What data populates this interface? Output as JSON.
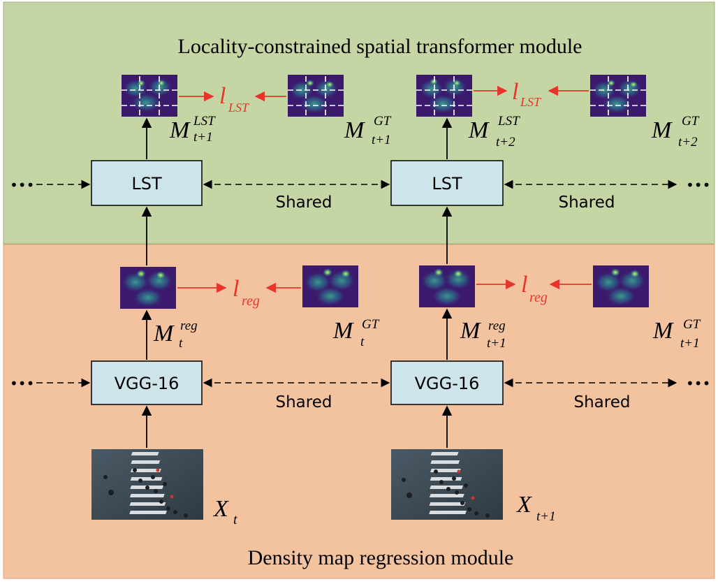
{
  "panels": {
    "top": {
      "title": "Locality-constrained spatial transformer module",
      "color": "#c5d6a4"
    },
    "bottom": {
      "title": "Density map regression module",
      "color": "#f3c3a0"
    }
  },
  "blocks": {
    "lst_label": "LST",
    "vgg_label": "VGG-16",
    "color": "#cde5ea",
    "shared_label": "Shared",
    "ellipsis": "•••"
  },
  "maps": {
    "lst_t1": {
      "base": "M",
      "sup": "LST",
      "sub": "t+1"
    },
    "gt_t1": {
      "base": "M",
      "sup": "GT",
      "sub": "t+1"
    },
    "lst_t2": {
      "base": "M",
      "sup": "LST",
      "sub": "t+2"
    },
    "gt_t2": {
      "base": "M",
      "sup": "GT",
      "sub": "t+2"
    },
    "reg_t": {
      "base": "M",
      "sup": "reg",
      "sub": "t"
    },
    "gt_t": {
      "base": "M",
      "sup": "GT",
      "sub": "t"
    },
    "reg_t1": {
      "base": "M",
      "sup": "reg",
      "sub": "t+1"
    },
    "gt_t1b": {
      "base": "M",
      "sup": "GT",
      "sub": "t+1"
    }
  },
  "losses": {
    "lst": {
      "base": "l",
      "sub": "LST"
    },
    "reg": {
      "base": "l",
      "sub": "reg"
    },
    "color": "#e8352b"
  },
  "inputs": {
    "xt": {
      "base": "X",
      "sub": "t"
    },
    "xt1": {
      "base": "X",
      "sub": "t+1"
    }
  },
  "colors": {
    "density_bg": "#3b1a6e",
    "density_glow": "#2f8f8a",
    "density_hot": "#d8e85a",
    "arrow": "#000000"
  }
}
